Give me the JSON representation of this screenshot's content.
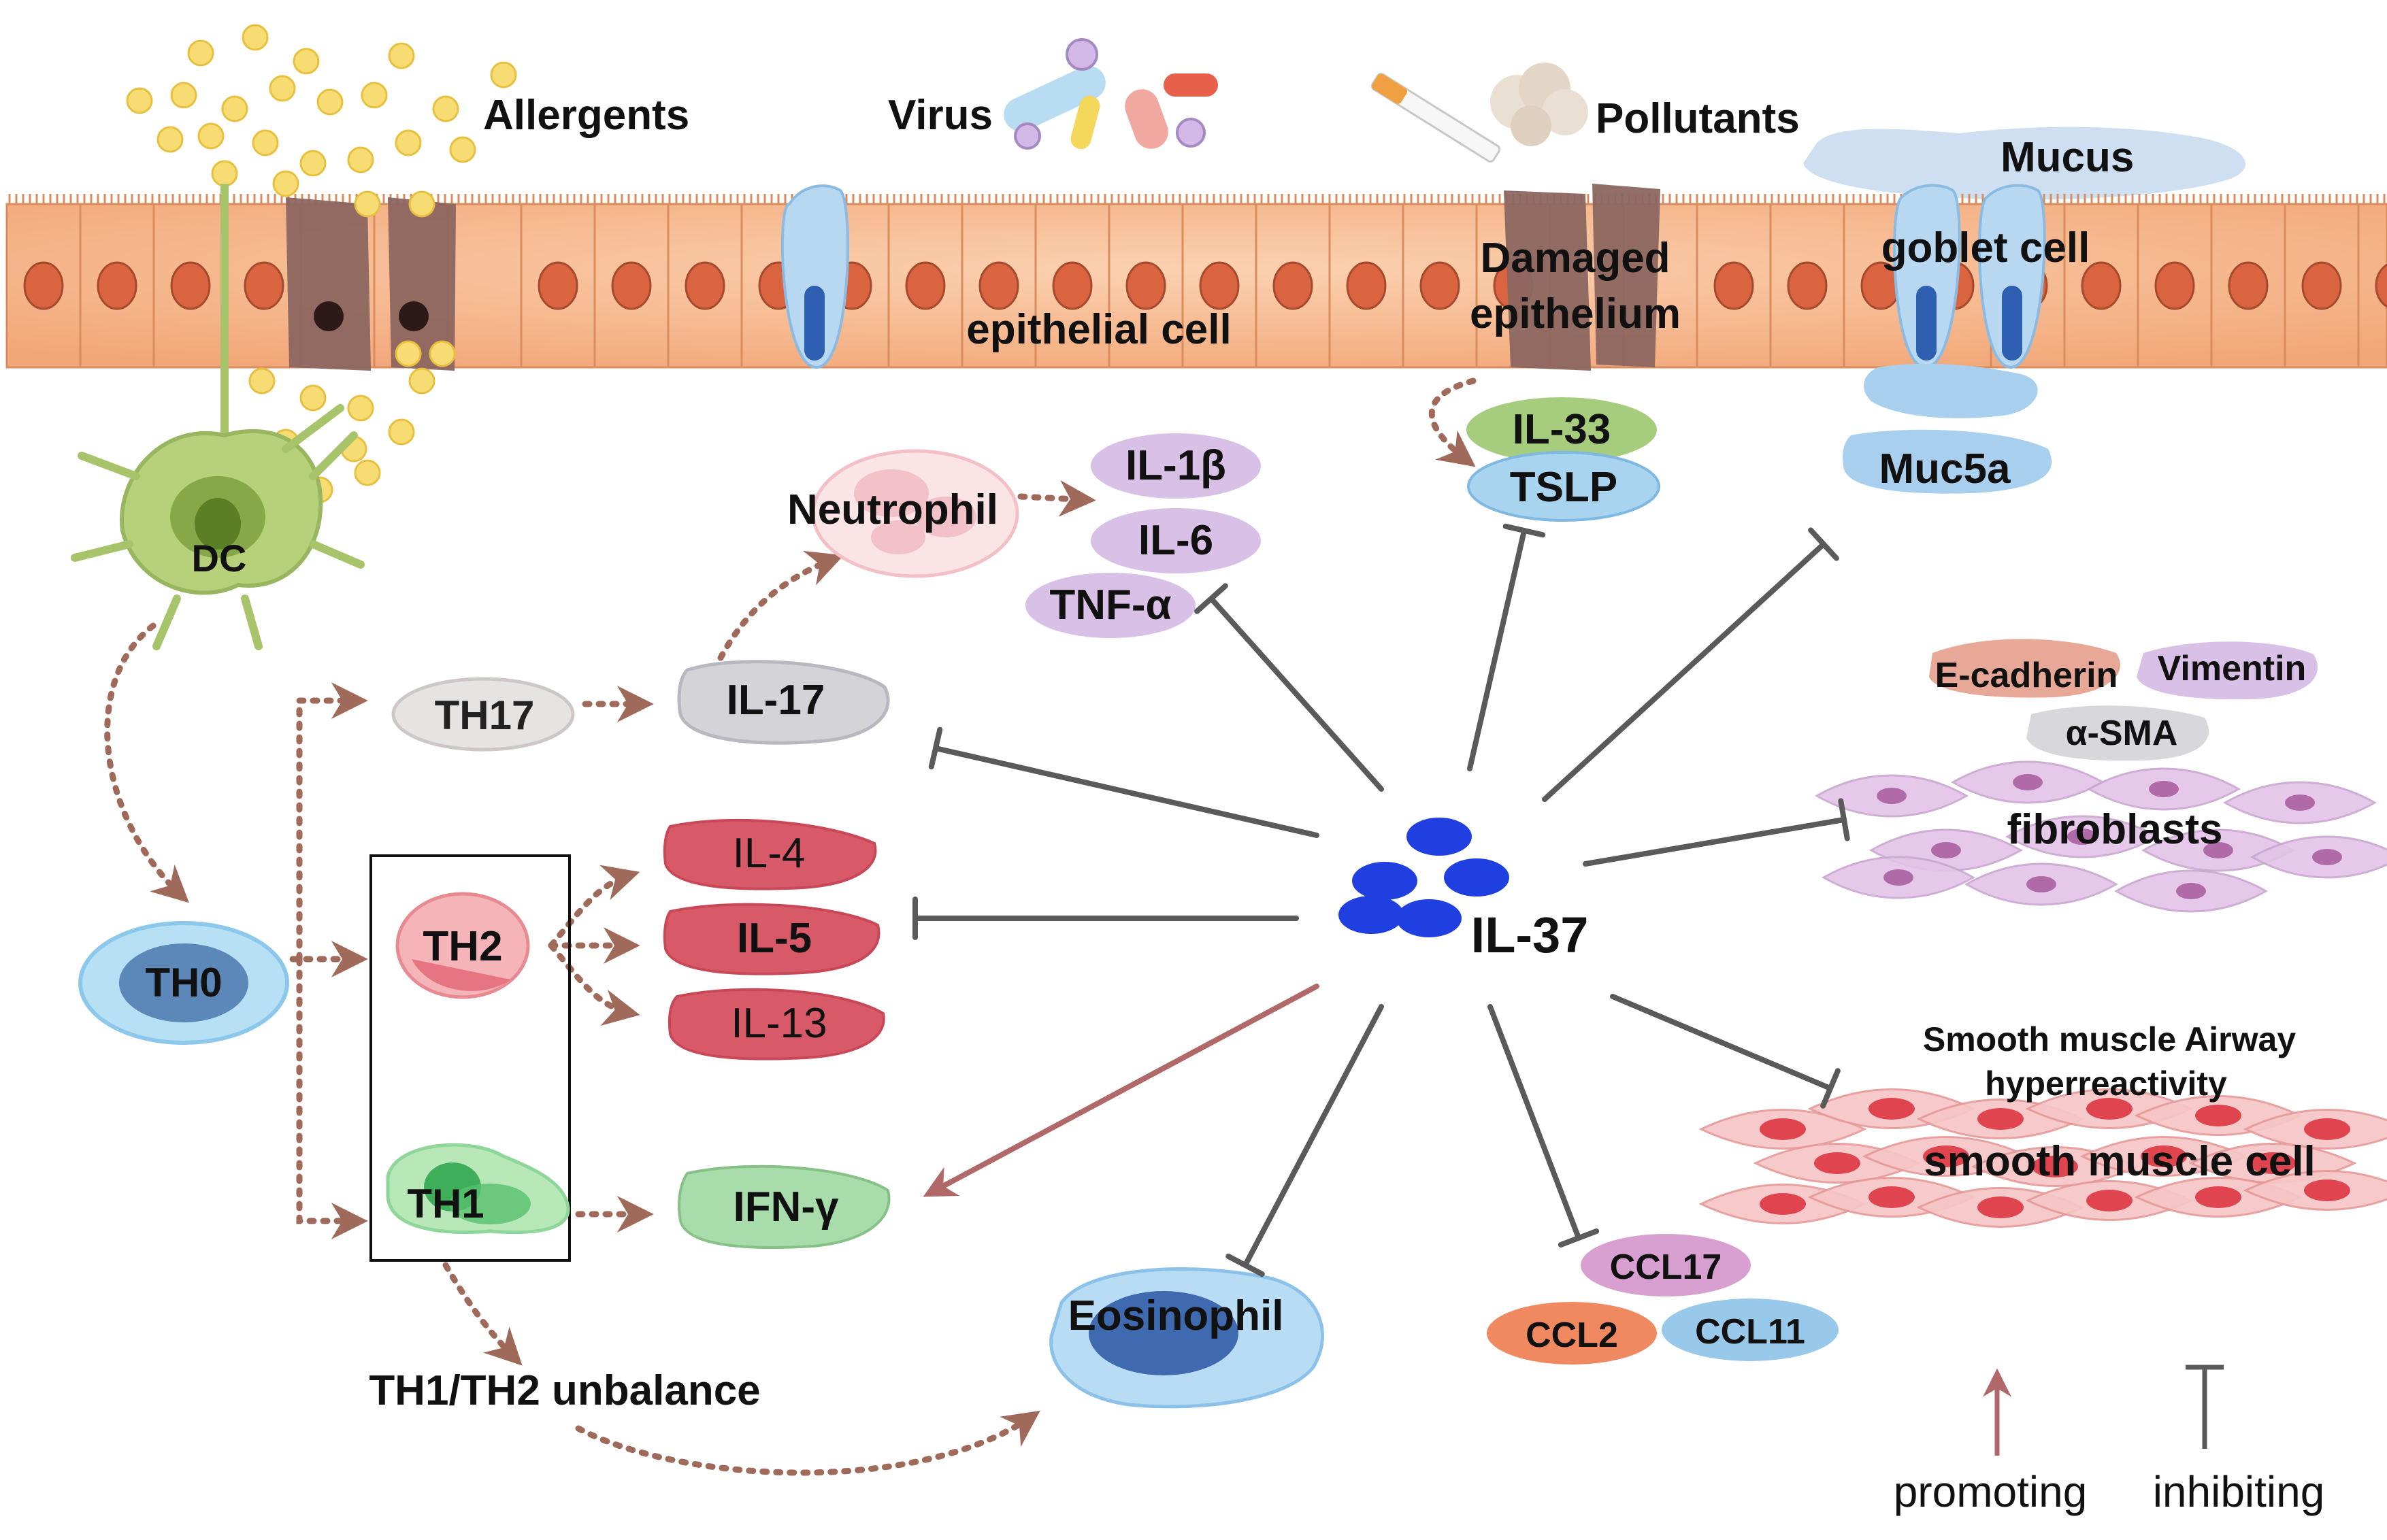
{
  "environment": {
    "allergens": "Allergents",
    "virus": "Virus",
    "pollutants": "Pollutants",
    "mucus": "Mucus",
    "epithelial_cell": "epithelial cell",
    "damaged_line1": "Damaged",
    "damaged_line2": "epithelium",
    "goblet_cell": "goblet cell"
  },
  "cells": {
    "dc": "DC",
    "th0": "TH0",
    "th17": "TH17",
    "th2": "TH2",
    "th1": "TH1",
    "neutrophil": "Neutrophil",
    "eosinophil": "Eosinophil",
    "fibroblasts": "fibroblasts",
    "smooth_muscle": "smooth muscle cell",
    "smooth_muscle_line1": "Smooth muscle Airway",
    "smooth_muscle_line2": "hyperreactivity"
  },
  "cytokines": {
    "il1b": "IL-1β",
    "il6": "IL-6",
    "tnfa": "TNF-α",
    "il17": "IL-17",
    "il4": "IL-4",
    "il5": "IL-5",
    "il13": "IL-13",
    "ifng": "IFN-γ",
    "il33": "IL-33",
    "tslp": "TSLP",
    "muc5a": "Muc5a",
    "ecadherin": "E-cadherin",
    "vimentin": "Vimentin",
    "asma": "α-SMA",
    "ccl17": "CCL17",
    "ccl2": "CCL2",
    "ccl11": "CCL11"
  },
  "center": {
    "label": "IL-37"
  },
  "th_balance": "TH1/TH2 unbalance",
  "legend": {
    "promoting": "promoting",
    "inhibiting": "inhibiting"
  },
  "colors": {
    "epithelium": "#f6b98e",
    "nucleus": "#d9643f",
    "il37": "#1f3fe0",
    "promote_arrow": "#b06868",
    "inhibit_line": "#5a5a5a",
    "dotted_arrow": "#a06a5a",
    "th2_group": "#e05a6a",
    "th1_green": "#8fd69a",
    "neutrophil_purple": "#d8c0e6",
    "damaged": "#8c6660",
    "goblet": "#b8d8f2"
  }
}
